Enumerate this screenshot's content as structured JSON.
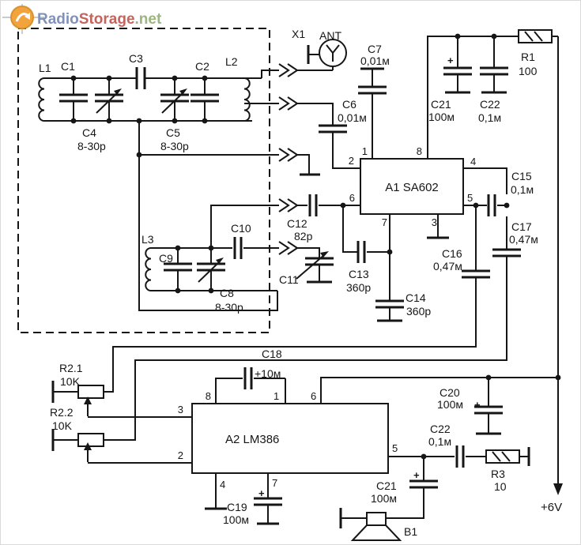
{
  "logo": {
    "part1": "Radio",
    "part2": "Storage",
    "part3": ".net",
    "part1_color": "#8191ba",
    "part2_color": "#c2655e",
    "part3_color": "#9cb67f",
    "icon_color": "#f2a33c"
  },
  "power": {
    "supply": "+6V"
  },
  "ics": {
    "a1": "A1 SA602",
    "a2": "A2 LM386"
  },
  "pins": {
    "p1": "1",
    "p2": "2",
    "p3": "3",
    "p4": "4",
    "p5": "5",
    "p6": "6",
    "p7": "7",
    "p8": "8"
  },
  "antenna": {
    "x1": "X1",
    "ant": "ANT"
  },
  "speaker": {
    "b1": "B1"
  },
  "inductors": {
    "l1": "L1",
    "l2": "L2",
    "l3": "L3"
  },
  "sym": {
    "plus": "+"
  },
  "resistors": {
    "r1": {
      "ref": "R1",
      "val": "100"
    },
    "r2_1": {
      "ref": "R2.1",
      "val": "10K"
    },
    "r2_2": {
      "ref": "R2.2",
      "val": "10K"
    },
    "r3": {
      "ref": "R3",
      "val": "10"
    }
  },
  "caps": {
    "c1": {
      "ref": "C1"
    },
    "c2": {
      "ref": "C2"
    },
    "c3": {
      "ref": "C3"
    },
    "c4": {
      "ref": "C4",
      "val": "8-30p"
    },
    "c5": {
      "ref": "C5",
      "val": "8-30p"
    },
    "c6": {
      "ref": "C6",
      "val": "0,01м"
    },
    "c7": {
      "ref": "C7",
      "val": "0,01м"
    },
    "c8": {
      "ref": "C8",
      "val": "8-30p"
    },
    "c9": {
      "ref": "C9"
    },
    "c10": {
      "ref": "C10"
    },
    "c11": {
      "ref": "C11"
    },
    "c12": {
      "ref": "C12",
      "val": "82p"
    },
    "c13": {
      "ref": "C13",
      "val": "360p"
    },
    "c14": {
      "ref": "C14",
      "val": "360p"
    },
    "c15": {
      "ref": "C15",
      "val": "0,1м"
    },
    "c16": {
      "ref": "C16",
      "val": "0,47м"
    },
    "c17": {
      "ref": "C17",
      "val": "0,47м"
    },
    "c18": {
      "ref": "C18",
      "val": "+10м"
    },
    "c19": {
      "ref": "C19",
      "val": "100м"
    },
    "c20": {
      "ref": "C20",
      "val": "100м"
    },
    "c21_top": {
      "ref": "C21",
      "val": "100м"
    },
    "c22_top": {
      "ref": "C22",
      "val": "0,1м"
    },
    "c21_bot": {
      "ref": "C21",
      "val": "100м"
    },
    "c22_bot": {
      "ref": "C22",
      "val": "0,1м"
    }
  }
}
